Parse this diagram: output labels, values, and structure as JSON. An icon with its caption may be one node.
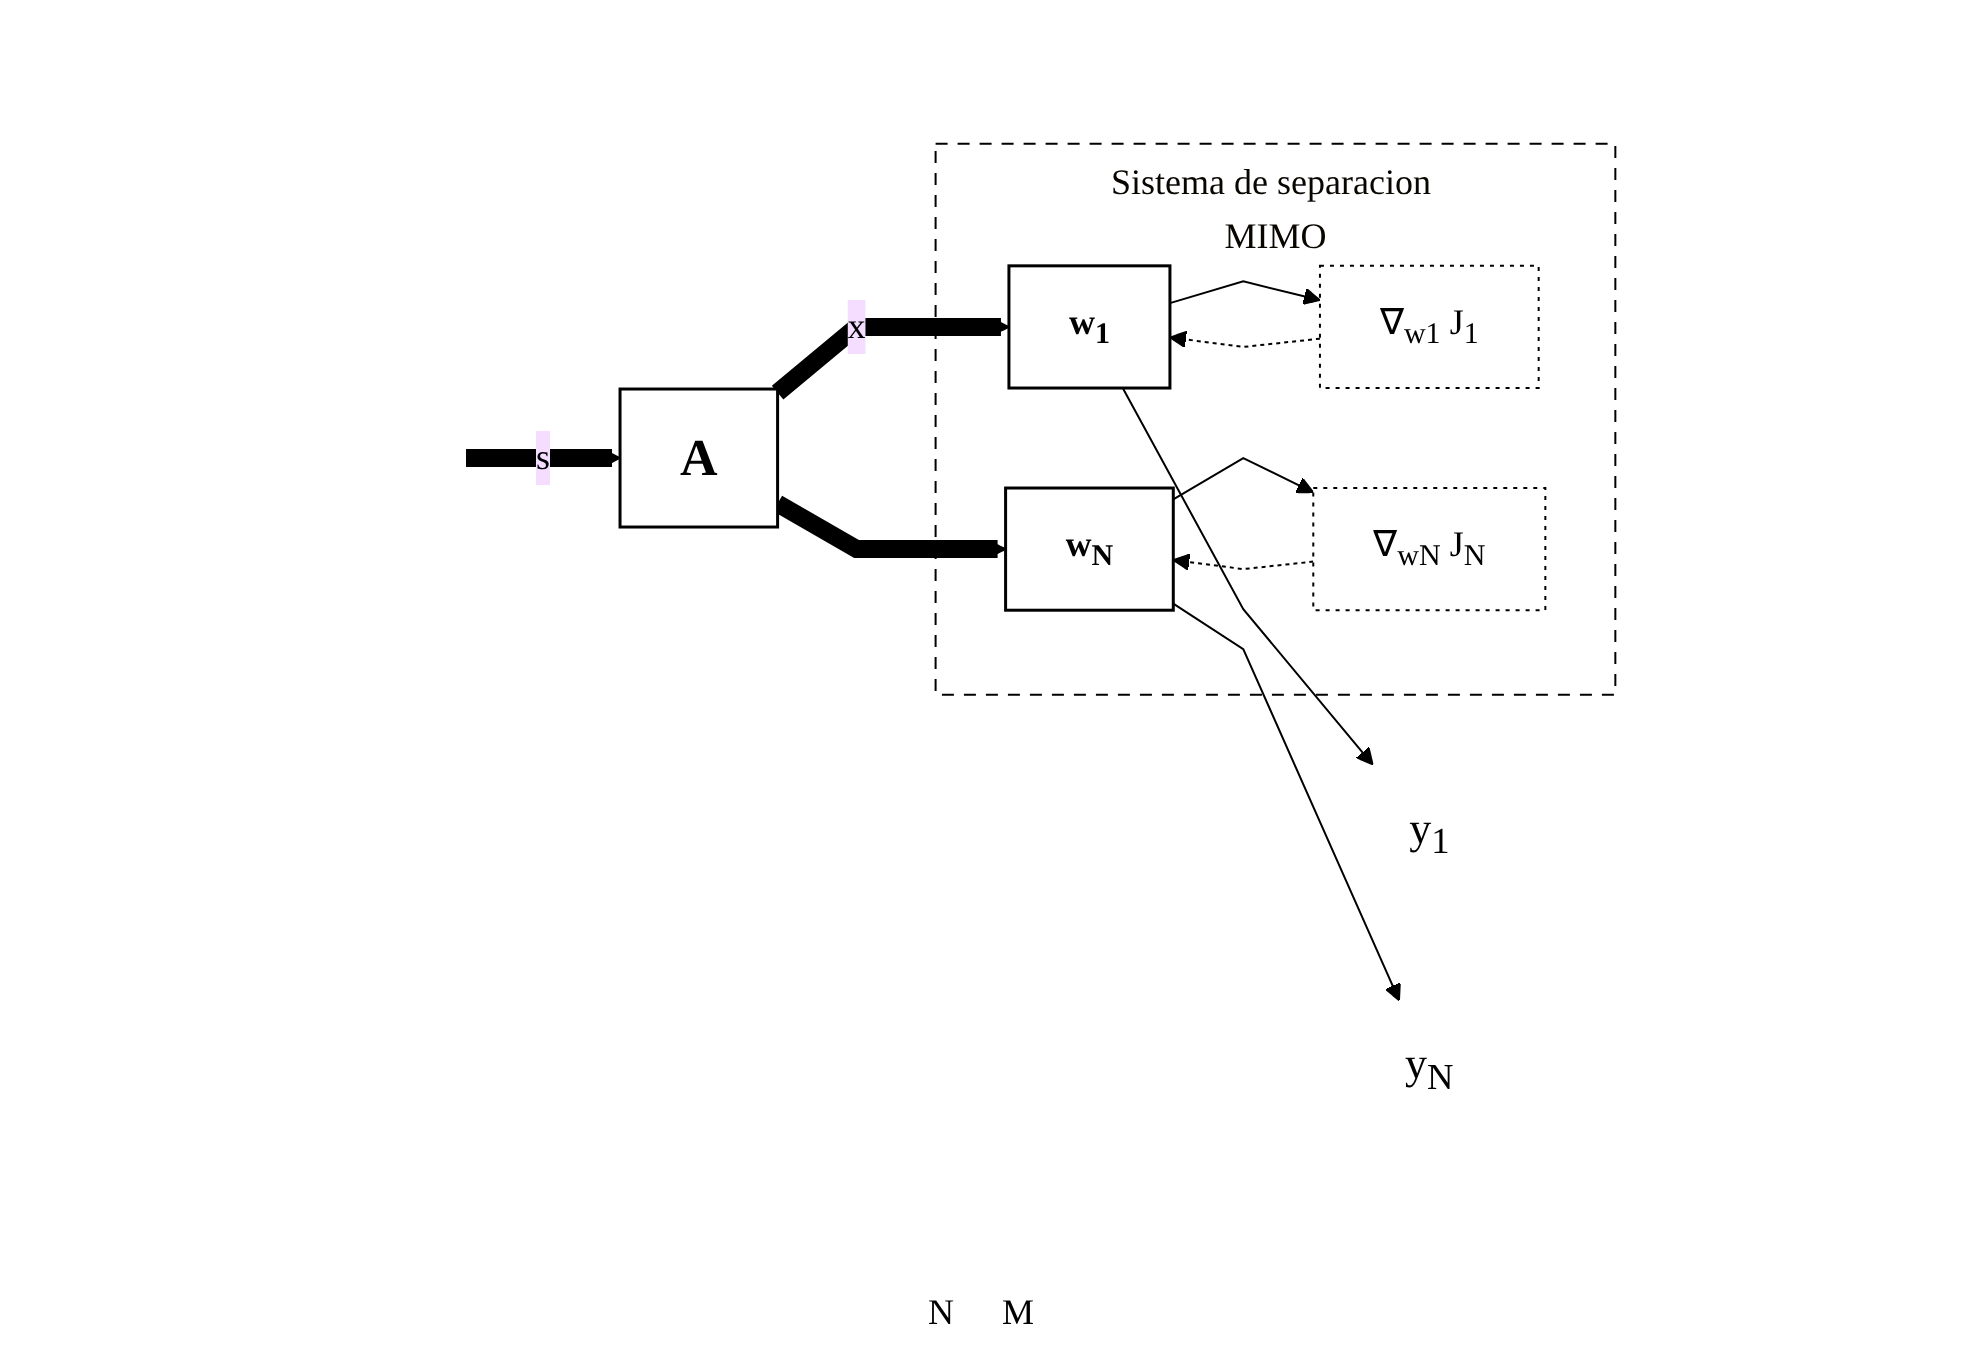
{
  "diagram": {
    "nodes": [
      {
        "text": [
          "Sistema de separacion MIMO"
        ]
      },
      {
        "text": [
          "A"
        ]
      },
      {
        "text": [
          "w$_{1}$"
        ],
        "in": 0
      },
      {
        "text": [
          "∇$_{w1}$ J$_{1}$"
        ],
        "in": 0
      },
      {
        "text": [
          "w$_{N}$"
        ],
        "in": 0
      },
      {
        "text": [
          "∇$_{wN}$ J$_{N}$"
        ],
        "in": 0
      },
      {
        "text": [
          "y$_{1}$"
        ]
      },
      {
        "text": [
          "y$_{N}$"
        ]
      }
    ],
    "edges": [
      {
        "from": null,
        "to": 1,
        "arrow": "to",
        "label": "s",
        "style": "thick"
      },
      {
        "from": 1,
        "to": 2,
        "arrow": "to",
        "label": "x",
        "style": "thick"
      },
      {
        "from": 1,
        "to": 4,
        "arrow": "to",
        "style": "thick"
      },
      {
        "from": 2,
        "to": 6,
        "arrow": "to"
      },
      {
        "from": 2,
        "to": 3,
        "arrow": "to"
      },
      {
        "from": 3,
        "to": 2,
        "arrow": "to",
        "style": "dashed"
      },
      {
        "from": 4,
        "to": 7,
        "arrow": "to"
      },
      {
        "from": 4,
        "to": 5,
        "arrow": "to"
      },
      {
        "from": 5,
        "to": 4,
        "arrow": "to",
        "style": "dashed"
      }
    ],
    "labels": [
      "N",
      "M"
    ]
  }
}
